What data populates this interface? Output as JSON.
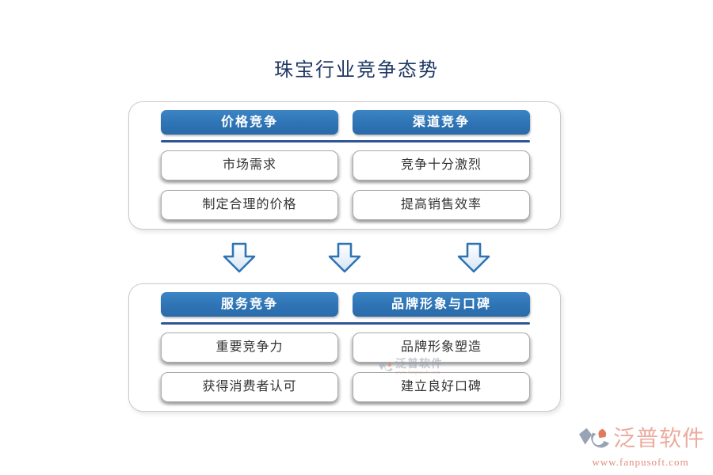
{
  "title": "珠宝行业竞争态势",
  "panels": [
    {
      "columns": [
        {
          "header": "价格竞争",
          "items": [
            "市场需求",
            "制定合理的价格"
          ]
        },
        {
          "header": "渠道竞争",
          "items": [
            "竞争十分激烈",
            "提高销售效率"
          ]
        }
      ]
    },
    {
      "columns": [
        {
          "header": "服务竞争",
          "items": [
            "重要竞争力",
            "获得消费者认可"
          ]
        },
        {
          "header": "品牌形象与口碑",
          "items": [
            "品牌形象塑造",
            "建立良好口碑"
          ]
        }
      ]
    }
  ],
  "arrows": {
    "count": 3,
    "icon": "down-arrow-icon"
  },
  "watermark": {
    "brand": "泛普软件",
    "url": "www.fanpusoft.com"
  },
  "colors": {
    "title_navy": "#1f3864",
    "header_blue": "#2e74b5",
    "divider_blue": "#2f5597",
    "arrow_blue": "#2e74b5",
    "watermark_salmon": "#ecab9e",
    "watermark_url_salmon": "#e28c7d",
    "logo_gray_blue": "#98a3b6",
    "logo_salmon": "#e07a5f"
  }
}
